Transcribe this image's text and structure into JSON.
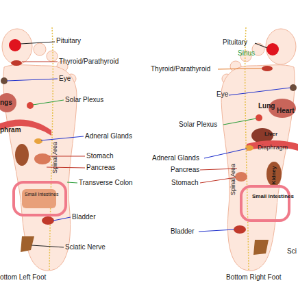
{
  "diagram": {
    "labels": [
      "Pituitary",
      "Thyroid/Parathyroid",
      "Eye",
      "Solar Plexus",
      "ngs",
      "phram",
      "Adneral Glands",
      "Stomach",
      "Pancreas",
      "Spinal Area",
      "Transverse Colon",
      "Small Intestines",
      "Bladder",
      "Sciatic Nerve",
      "ottom Left Foot",
      "Pituitary",
      "Sinus",
      "Thyroid/Parathyroid",
      "Eye",
      "Lung",
      "Heart",
      "Solar Plexus",
      "Liver",
      "Diaphragm",
      "Adneral Glands",
      "Pancreas",
      "Kidney",
      "Stomach",
      "Spinal Area",
      "Small Intestines",
      "Bladder",
      "Sci",
      "Bottom Right Foot"
    ]
  }
}
